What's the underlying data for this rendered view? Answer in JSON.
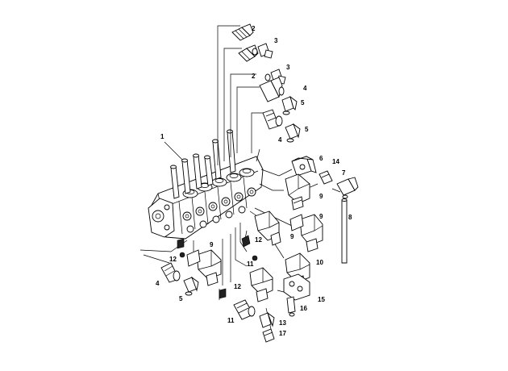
{
  "figure": {
    "callouts": [
      {
        "id": "c1",
        "text": "1"
      },
      {
        "id": "c2a",
        "text": "2"
      },
      {
        "id": "c2b",
        "text": "2"
      },
      {
        "id": "c3a",
        "text": "3"
      },
      {
        "id": "c3b",
        "text": "3"
      },
      {
        "id": "c4a",
        "text": "4"
      },
      {
        "id": "c4b",
        "text": "4"
      },
      {
        "id": "c4c",
        "text": "4"
      },
      {
        "id": "c5a",
        "text": "5"
      },
      {
        "id": "c5b",
        "text": "5"
      },
      {
        "id": "c5c",
        "text": "5"
      },
      {
        "id": "c6",
        "text": "6"
      },
      {
        "id": "c7",
        "text": "7"
      },
      {
        "id": "c8",
        "text": "8"
      },
      {
        "id": "c9a",
        "text": "9"
      },
      {
        "id": "c9b",
        "text": "9"
      },
      {
        "id": "c9c",
        "text": "9"
      },
      {
        "id": "c9d",
        "text": "9"
      },
      {
        "id": "c10",
        "text": "10"
      },
      {
        "id": "c11a",
        "text": "11"
      },
      {
        "id": "c11b",
        "text": "11"
      },
      {
        "id": "c12a",
        "text": "12"
      },
      {
        "id": "c12b",
        "text": "12"
      },
      {
        "id": "c12c",
        "text": "12"
      },
      {
        "id": "c13",
        "text": "13"
      },
      {
        "id": "c14",
        "text": "14"
      },
      {
        "id": "c15",
        "text": "15"
      },
      {
        "id": "c16",
        "text": "16"
      },
      {
        "id": "c17",
        "text": "17"
      }
    ]
  }
}
